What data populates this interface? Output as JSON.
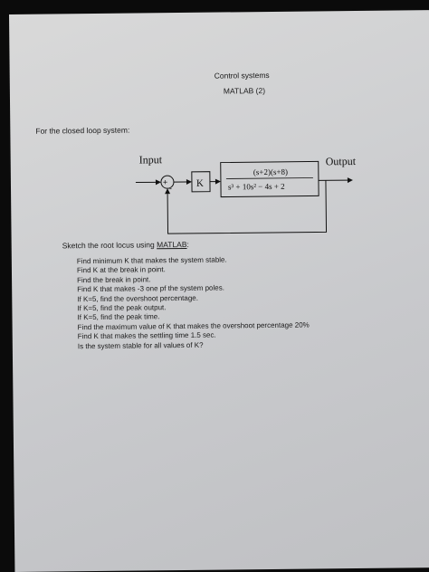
{
  "document": {
    "title": "Control systems",
    "subtitle": "MATLAB (2)",
    "intro": "For the closed loop system:",
    "sketch_prefix": "Sketch the root locus using ",
    "sketch_tool": "MATLAB",
    "sketch_suffix": ":",
    "tasks": [
      "Find minimum K that makes the system stable.",
      "Find K at the break in point.",
      "Find the break in point.",
      "Find K that makes -3 one pf the system poles.",
      "If K=5, find the overshoot percentage.",
      "If K=5, find the peak output.",
      "If K=5, find the peak time.",
      "Find the maximum value of K that makes the overshoot percentage 20%",
      "Find K that makes the settling time 1.5 sec.",
      "Is the system stable for all values of K?"
    ]
  },
  "diagram": {
    "input_label": "Input",
    "output_label": "Output",
    "sum_plus": "+",
    "sum_minus": "-",
    "gain": "K",
    "numerator": "(s+2)(s+8)",
    "denominator": "s³ + 10s² − 4s + 2"
  }
}
